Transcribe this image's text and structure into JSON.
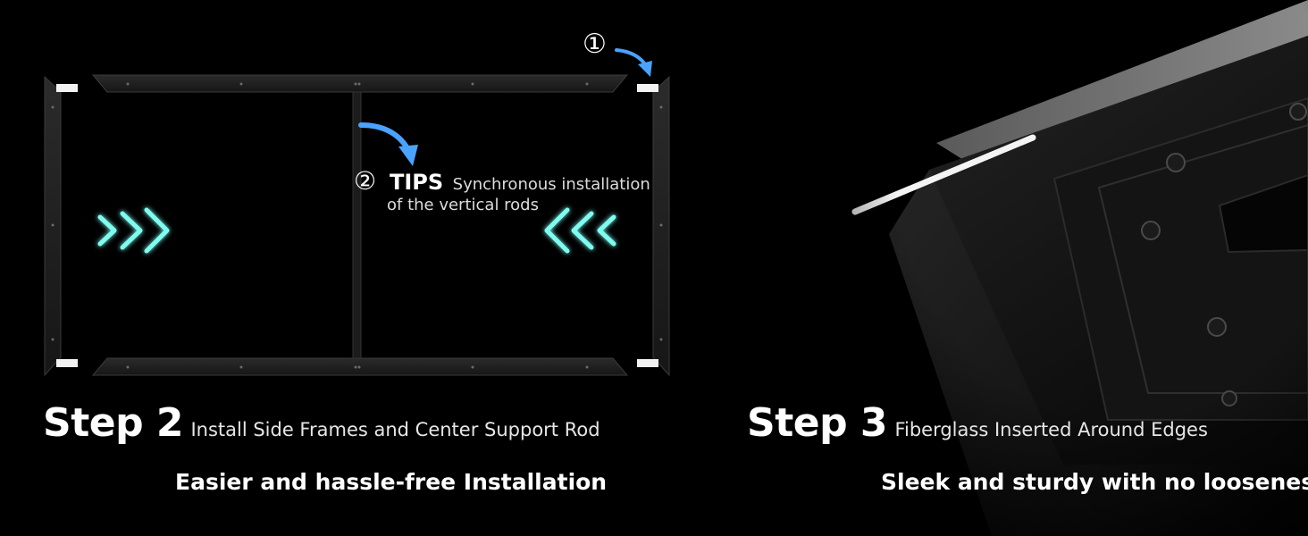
{
  "step2": {
    "number_label": "Step 2",
    "title": "Install Side Frames and Center Support Rod",
    "subtitle": "Easier and hassle-free Installation",
    "marker_1": "①",
    "marker_2": "②",
    "tips_label": "TIPS",
    "tips_line1": "Synchronous installation",
    "tips_line2": "of the vertical rods"
  },
  "step3": {
    "number_label": "Step 3",
    "title": "Fiberglass Inserted Around Edges",
    "subtitle": "Sleek and sturdy with no looseness"
  },
  "colors": {
    "background": "#000000",
    "arrow_accent": "#4aa3ff",
    "chevron_glow": "#6ff5e8"
  },
  "icons": [
    "chevron-right-icon",
    "chevron-left-icon",
    "curved-arrow-icon"
  ]
}
